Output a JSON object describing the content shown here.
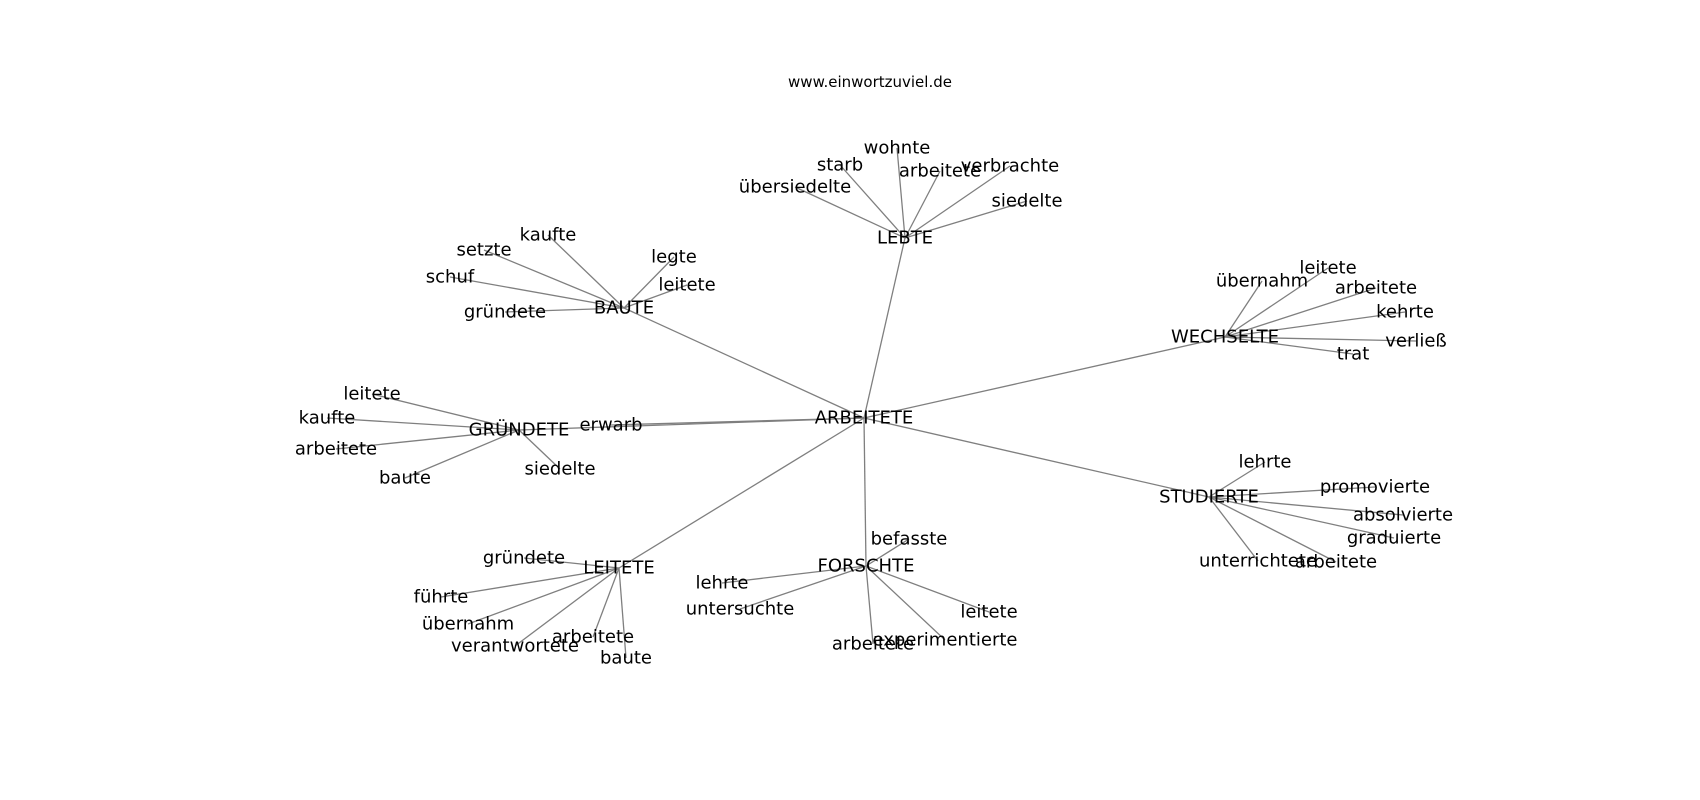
{
  "site_title": "www.einwortzuviel.de",
  "root": "ARBEITETE",
  "hubs": [
    {
      "id": "lebte",
      "label": "LEBTE",
      "leaves": [
        "übersiedelte",
        "starb",
        "wohnte",
        "arbeitete",
        "verbrachte",
        "siedelte"
      ]
    },
    {
      "id": "baute",
      "label": "BAUTE",
      "leaves": [
        "kaufte",
        "setzte",
        "schuf",
        "gründete",
        "legte",
        "leitete"
      ]
    },
    {
      "id": "wechselte",
      "label": "WECHSELTE",
      "leaves": [
        "übernahm",
        "leitete",
        "arbeitete",
        "kehrte",
        "verließ",
        "trat"
      ]
    },
    {
      "id": "erwarb",
      "label": "erwarb",
      "leaves": []
    },
    {
      "id": "gruendete",
      "label": "GRÜNDETE",
      "leaves": [
        "leitete",
        "kaufte",
        "arbeitete",
        "baute",
        "siedelte"
      ]
    },
    {
      "id": "studierte",
      "label": "STUDIERTE",
      "leaves": [
        "lehrte",
        "promovierte",
        "absolvierte",
        "graduierte",
        "arbeitete",
        "unterrichtete"
      ]
    },
    {
      "id": "leitete",
      "label": "LEITETE",
      "leaves": [
        "gründete",
        "führte",
        "übernahm",
        "verantwortete",
        "arbeitete",
        "baute"
      ]
    },
    {
      "id": "forschte",
      "label": "FORSCHTE",
      "leaves": [
        "befasste",
        "lehrte",
        "untersuchte",
        "arbeitete",
        "experimentierte",
        "leitete"
      ]
    }
  ]
}
